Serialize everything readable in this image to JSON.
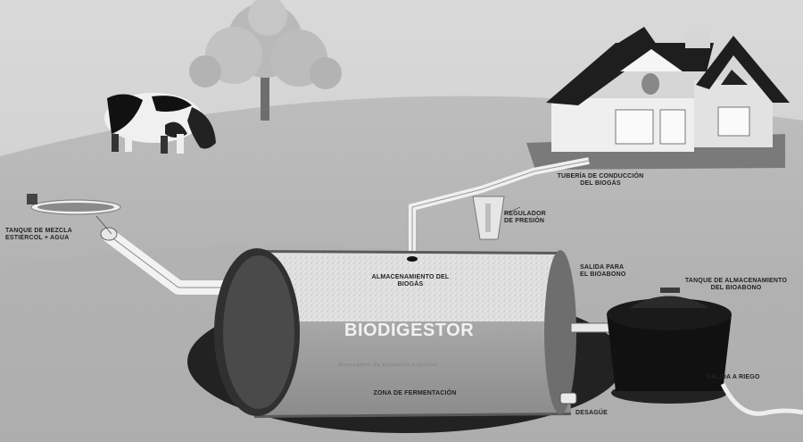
{
  "diagram": {
    "main_label": "BIODIGESTOR",
    "sub_caption": "Renovables de productos prácticos",
    "labels": {
      "mix_tank": [
        "TANQUE DE MEZCLA",
        "ESTIERCOL + AGUA"
      ],
      "pipe": [
        "TUBERÍA DE CONDUCCIÓN",
        "DEL BIOGÁS"
      ],
      "regulator": [
        "REGULADOR",
        "DE PRESIÓN"
      ],
      "storage": [
        "ALMACENAMIENTO DEL",
        "BIOGÁS"
      ],
      "outlet": [
        "SALIDA PARA",
        "EL BIOABONO"
      ],
      "bio_tank": [
        "TANQUE DE ALMACENAMIENTO",
        "DEL BIOABONO"
      ],
      "fermentation": "ZONA DE FERMENTACIÓN",
      "drain": "DESAGÜE",
      "irrigation": "SALIDA A RIEGO"
    }
  }
}
